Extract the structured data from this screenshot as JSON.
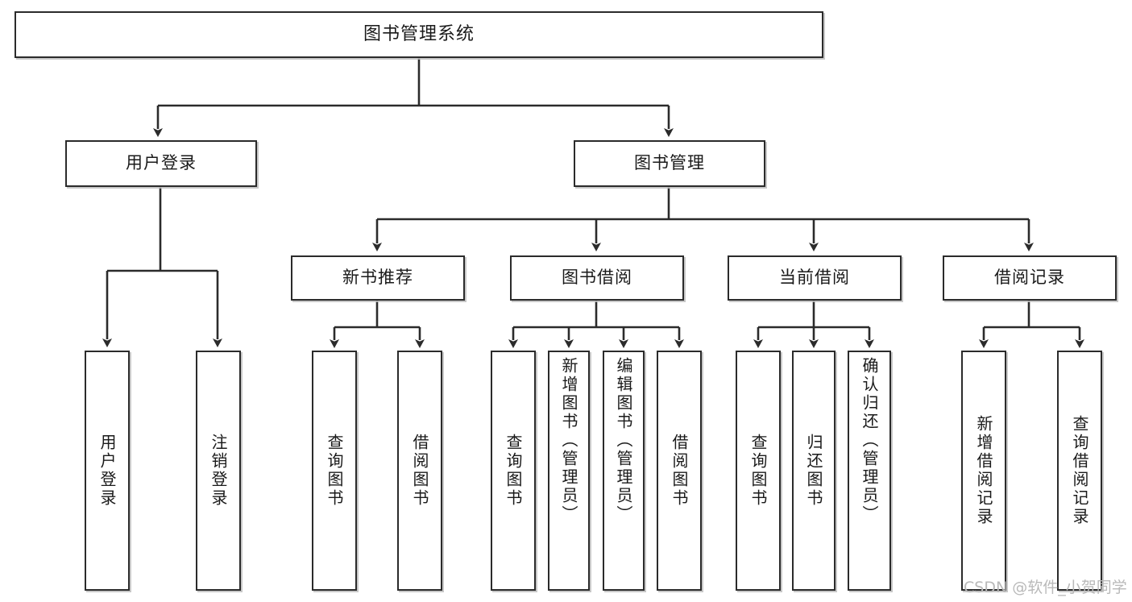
{
  "diagram": {
    "title": "图书管理系统",
    "type": "tree",
    "watermark": "CSDN @软件_小贺同学",
    "colors": {
      "border": "#2b2b2b",
      "fill": "#ffffff",
      "edge": "#2b2b2b",
      "text": "#1a1a1a",
      "watermark": "#b9b9b9",
      "background": "#ffffff"
    },
    "nodes": {
      "root": {
        "label": "图书管理系统"
      },
      "level2": [
        {
          "id": "user-login",
          "label": "用户登录"
        },
        {
          "id": "book-manage",
          "label": "图书管理"
        }
      ],
      "level3": [
        {
          "id": "new-book-rec",
          "label": "新书推荐"
        },
        {
          "id": "book-borrow",
          "label": "图书借阅"
        },
        {
          "id": "current-borrow",
          "label": "当前借阅"
        },
        {
          "id": "borrow-record",
          "label": "借阅记录"
        }
      ],
      "leaves": {
        "user_login": [
          {
            "id": "leaf-user-login",
            "label": "用户登录"
          },
          {
            "id": "leaf-logout",
            "label": "注销登录"
          }
        ],
        "new_book_rec": [
          {
            "id": "leaf-query-book-1",
            "label": "查询图书"
          },
          {
            "id": "leaf-borrow-book-1",
            "label": "借阅图书"
          }
        ],
        "book_borrow": [
          {
            "id": "leaf-query-book-2",
            "label": "查询图书"
          },
          {
            "id": "leaf-add-book",
            "label": "新增图书（管理员）"
          },
          {
            "id": "leaf-edit-book",
            "label": "编辑图书（管理员）"
          },
          {
            "id": "leaf-borrow-book-2",
            "label": "借阅图书"
          }
        ],
        "current_borrow": [
          {
            "id": "leaf-query-book-3",
            "label": "查询图书"
          },
          {
            "id": "leaf-return-book",
            "label": "归还图书"
          },
          {
            "id": "leaf-confirm-return",
            "label": "确认归还（管理员）"
          }
        ],
        "borrow_record": [
          {
            "id": "leaf-add-record",
            "label": "新增借阅记录"
          },
          {
            "id": "leaf-query-record",
            "label": "查询借阅记录"
          }
        ]
      }
    }
  }
}
